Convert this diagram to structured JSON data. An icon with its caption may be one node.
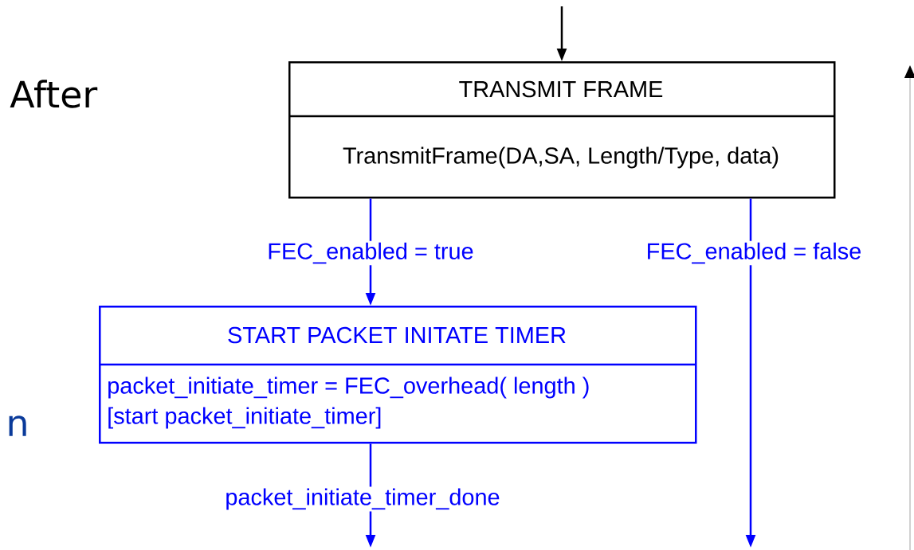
{
  "diagram": {
    "nodes": [
      {
        "text": [
          "TRANSMIT FRAME",
          "TransmitFrame(DA,SA, Length/Type, data)"
        ]
      },
      {
        "text": [
          "START PACKET INITATE TIMER",
          "packet_initiate_timer = FEC_overhead( length )",
          "[start packet_initiate_timer]"
        ]
      }
    ],
    "edges": [
      {
        "from": null,
        "to": 0,
        "arrow": "to",
        "color": "#000000"
      },
      {
        "from": 0,
        "to": 1,
        "arrow": "to",
        "label": "FEC_enabled = true"
      },
      {
        "from": 0,
        "to": null,
        "arrow": "to",
        "label": "FEC_enabled = false"
      },
      {
        "from": 1,
        "to": null,
        "arrow": "to",
        "label": "packet_initiate_timer_done"
      }
    ],
    "labels": [
      "After",
      "n"
    ]
  }
}
